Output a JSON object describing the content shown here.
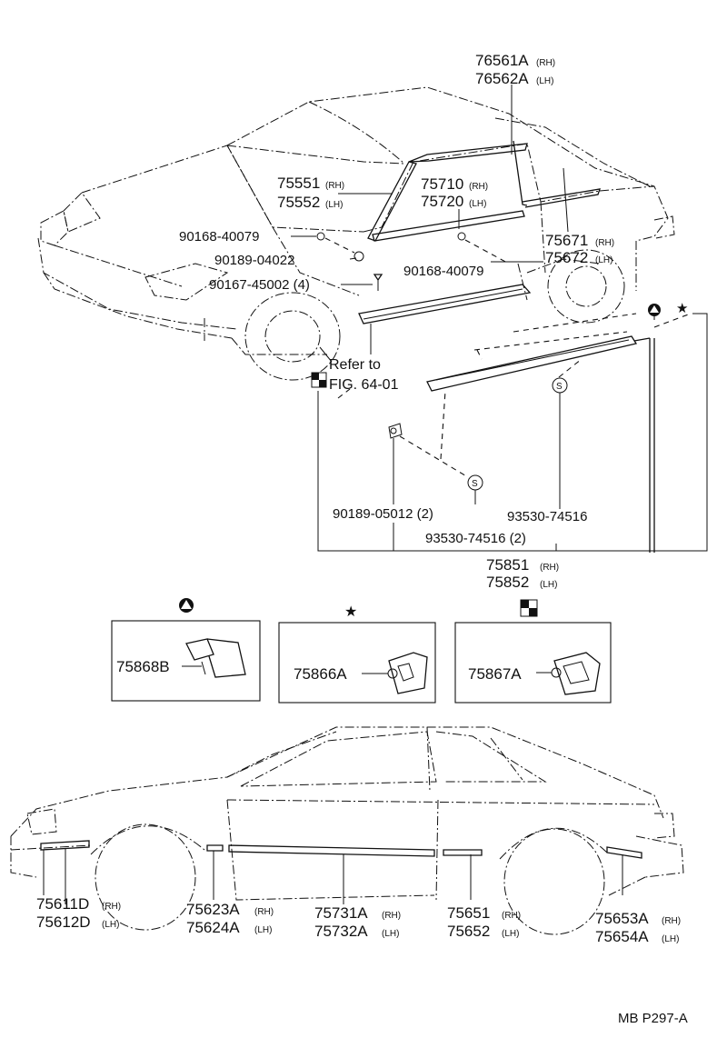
{
  "upper": {
    "molding_75561": {
      "rh": "76561A",
      "rh_side": "(RH)",
      "lh": "76562A",
      "lh_side": "(LH)"
    },
    "molding_75551": {
      "rh": "75551",
      "rh_side": "(RH)",
      "lh": "75552",
      "lh_side": "(LH)"
    },
    "molding_75710": {
      "rh": "75710",
      "rh_side": "(RH)",
      "lh": "75720",
      "lh_side": "(LH)"
    },
    "molding_75671": {
      "rh": "75671",
      "rh_side": "(RH)",
      "lh": "75672",
      "lh_side": "(LH)"
    },
    "clip_40079_a": "90168-40079",
    "clip_04022": "90189-04022",
    "screw_45002": "90167-45002 (4)",
    "clip_40079_b": "90168-40079",
    "refer_line1": "Refer to",
    "refer_line2": "FIG. 64-01",
    "clip_05012": "90189-05012 (2)",
    "nut_74516_a": "93530-74516",
    "nut_74516_b": "93530-74516 (2)",
    "molding_75851": {
      "rh": "75851",
      "rh_side": "(RH)",
      "lh": "75852",
      "lh_side": "(LH)"
    },
    "s_mark": "S"
  },
  "detail_boxes": [
    {
      "symbol": "triangle-circle",
      "part": "75868B"
    },
    {
      "symbol": "star",
      "part": "75866A"
    },
    {
      "symbol": "checker-square",
      "part": "75867A"
    }
  ],
  "symbols": {
    "star": "★"
  },
  "lower": {
    "front_fender": {
      "rh": "75611D",
      "rh_side": "(RH)",
      "lh": "75612D",
      "lh_side": "(LH)"
    },
    "fender_rear": {
      "rh": "75623A",
      "rh_side": "(RH)",
      "lh": "75624A",
      "lh_side": "(LH)"
    },
    "door": {
      "rh": "75731A",
      "rh_side": "(RH)",
      "lh": "75732A",
      "lh_side": "(LH)"
    },
    "quarter": {
      "rh": "75651",
      "rh_side": "(RH)",
      "lh": "75652",
      "lh_side": "(LH)"
    },
    "rear": {
      "rh": "75653A",
      "rh_side": "(RH)",
      "lh": "75654A",
      "lh_side": "(LH)"
    }
  },
  "figure_code": "MB P297-A"
}
